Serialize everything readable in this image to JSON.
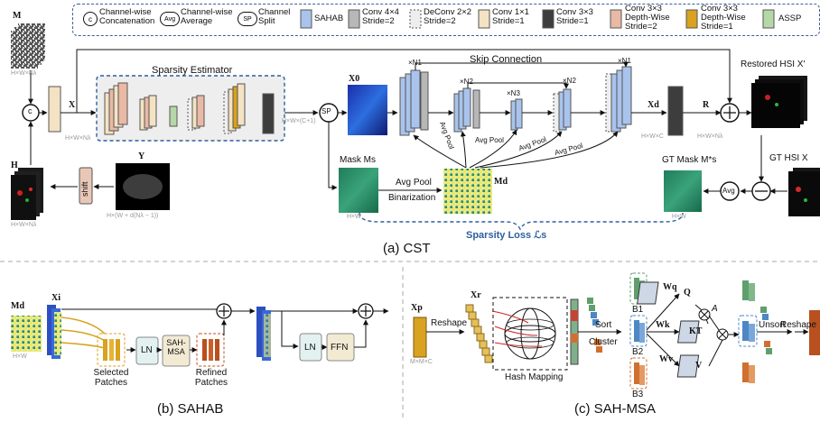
{
  "legend": {
    "concat_symbol": "c",
    "concat_label": "Channel-wise Concatenation",
    "avg_symbol": "Avg",
    "avg_label": "Channel-wise Average",
    "sp_symbol": "SP",
    "sp_label": "Channel Split",
    "sahab_label": "SAHAB",
    "conv44_label": "Conv 4×4 Stride=2",
    "deconv22_label": "DeConv 2×2 Stride=2",
    "conv11_label": "Conv 1×1 Stride=1",
    "conv33_label": "Conv 3×3 Stride=1",
    "dw2_label": "Conv 3×3 Depth-Wise Stride=2",
    "dw1_label": "Conv 3×3 Depth-Wise Stride=1",
    "assp_label": "ASSP"
  },
  "cst": {
    "M": "M",
    "M_dims": "H×W×Nλ",
    "X": "X",
    "X_dims": "H×W×Nλ",
    "concat": "c",
    "sparsity_estimator": "Sparsity Estimator",
    "se_out_dims": "H×W×(C+1)",
    "sp": "SP",
    "X0": "X0",
    "mask_ms": "Mask Ms",
    "hw": "H×W",
    "skip_connection": "Skip Connection",
    "times_n1": "×N1",
    "times_n2": "×N2",
    "times_n3": "×N3",
    "avg_pool": "Avg Pool",
    "binarization": "Binarization",
    "Md": "Md",
    "Xd": "Xd",
    "Xd_dims": "H×W×C",
    "R": "R",
    "R_dims": "H×W×Nλ",
    "restored": "Restored HSI X′",
    "gt_hsi": "GT HSI X",
    "gt_mask": "GT Mask M*s",
    "avg": "Avg",
    "H": "H",
    "H_dims": "H×W×Nλ",
    "shift": "shift",
    "Y": "Y",
    "Y_dims": "H×(W + d(Nλ − 1))",
    "sparsity_loss": "Sparsity Loss ℒs",
    "caption": "(a) CST"
  },
  "sahab": {
    "Md": "Md",
    "Md_dims": "H×W",
    "Xi": "Xi",
    "ln1": "LN",
    "sah_msa": "SAH-MSA",
    "ln2": "LN",
    "ffn": "FFN",
    "selected": "Selected Patches",
    "refined": "Refined Patches",
    "caption": "(b) SAHAB"
  },
  "sahmsa": {
    "Xp": "Xp",
    "Xp_dims": "M×M×C",
    "Xr": "Xr",
    "reshape1": "Reshape",
    "hash_mapping": "Hash Mapping",
    "sort": "Sort",
    "cluster": "Cluster",
    "B1": "B1",
    "B2": "B2",
    "B3": "B3",
    "Wq": "Wq",
    "Wk": "Wk",
    "Wv": "Wv",
    "Q": "Q",
    "KT": "KT",
    "V": "V",
    "A": "A",
    "unsort": "Unsort",
    "reshape2": "Reshape",
    "caption": "(c) SAH-MSA"
  },
  "colors": {
    "sahab": "#a9c3ec",
    "conv44": "#b7b7b7",
    "conv11": "#f3e3c3",
    "conv33": "#3d3d3d",
    "dw2": "#e9b9a6",
    "dw1": "#d9a21f",
    "assp": "#b6d8a7",
    "loss": "#2c5f9e"
  }
}
